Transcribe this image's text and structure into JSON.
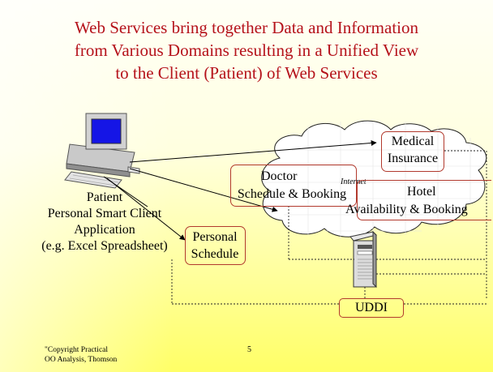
{
  "slide": {
    "title_lines": [
      "Web Services bring together Data and Information",
      "from Various Domains resulting in a Unified View",
      "to the Client (Patient) of Web Services"
    ],
    "client_label_lines": [
      "Patient",
      "Personal Smart Client",
      "Application",
      "(e.g. Excel Spreadsheet)"
    ],
    "nodes": {
      "medical_insurance": [
        "Medical",
        "Insurance"
      ],
      "doctor": [
        "Doctor",
        "Schedule & Booking"
      ],
      "hotel": [
        "Hotel",
        "Availability & Booking"
      ],
      "personal_schedule": [
        "Personal",
        "Schedule"
      ],
      "uddi": "UDDI",
      "internet": "Internet"
    },
    "footer": {
      "copyright_lines": [
        "\"Copyright Practical",
        "OO Analysis, Thomson"
      ],
      "page_number": "5"
    },
    "colors": {
      "title": "#b5121b",
      "box_border": "#b23a2e",
      "background_top": "#fffff6",
      "background_bottom": "#ffff66"
    },
    "icons": [
      "desktop-computer-icon",
      "server-tower-icon",
      "cloud-icon"
    ]
  }
}
